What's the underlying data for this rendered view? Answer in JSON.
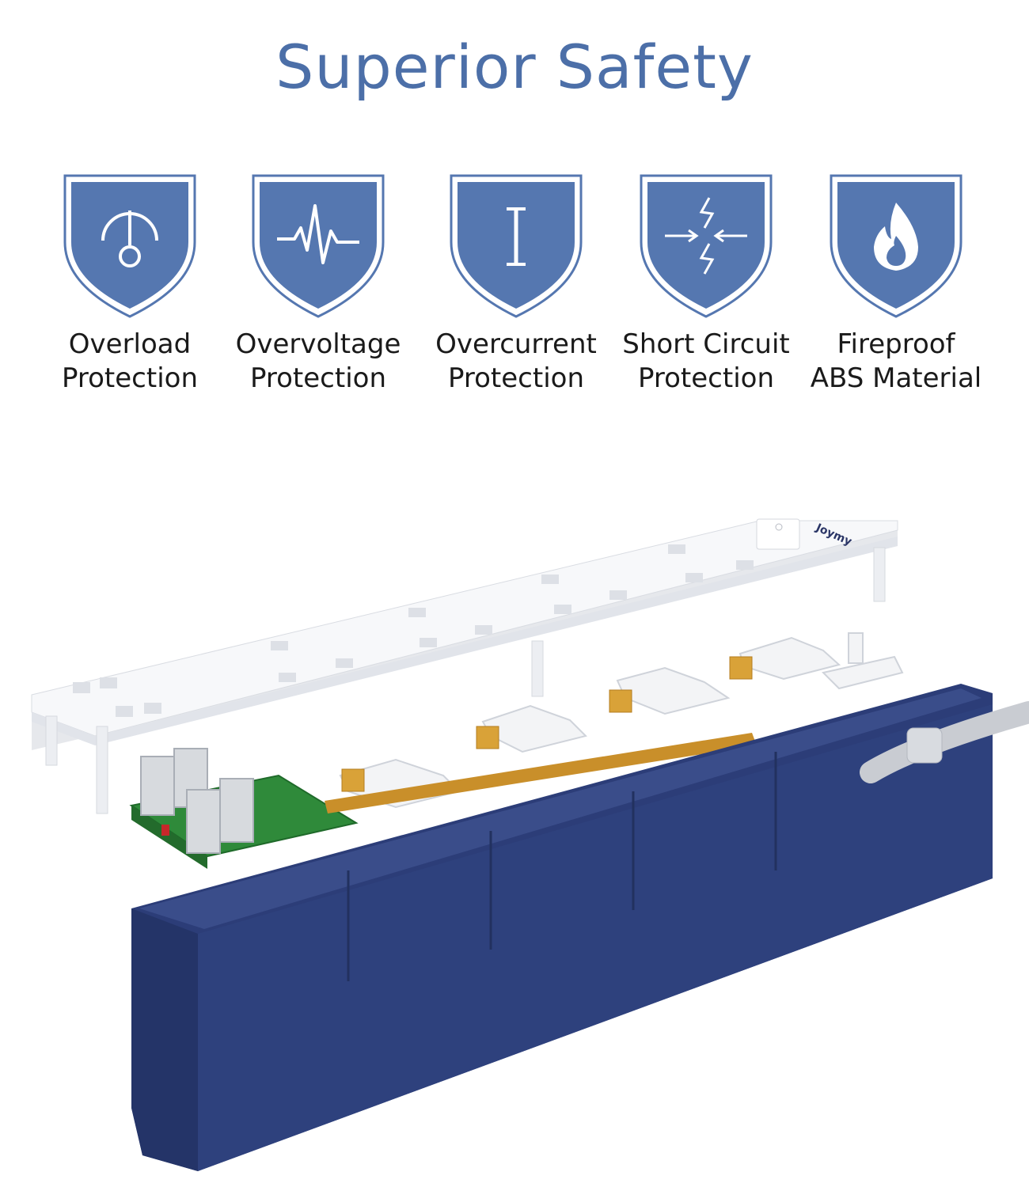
{
  "header": {
    "title": "Superior Safety"
  },
  "features": [
    {
      "icon": "overload-icon",
      "line1": "Overload",
      "line2": "Protection"
    },
    {
      "icon": "overvoltage-icon",
      "line1": "Overvoltage",
      "line2": "Protection"
    },
    {
      "icon": "overcurrent-icon",
      "line1": "Overcurrent",
      "line2": "Protection"
    },
    {
      "icon": "short-circuit-icon",
      "line1": "Short Circuit",
      "line2": "Protection"
    },
    {
      "icon": "flame-icon",
      "line1": "Fireproof",
      "line2": "ABS Material"
    }
  ],
  "product": {
    "brand": "Joymy"
  },
  "colors": {
    "accent": "#4c6fa8",
    "shield_fill": "#5577b0",
    "housing_blue": "#2c3d78",
    "copper": "#d9a238",
    "pcb_green": "#2f8a3a",
    "cover_white": "#f5f6f8"
  }
}
